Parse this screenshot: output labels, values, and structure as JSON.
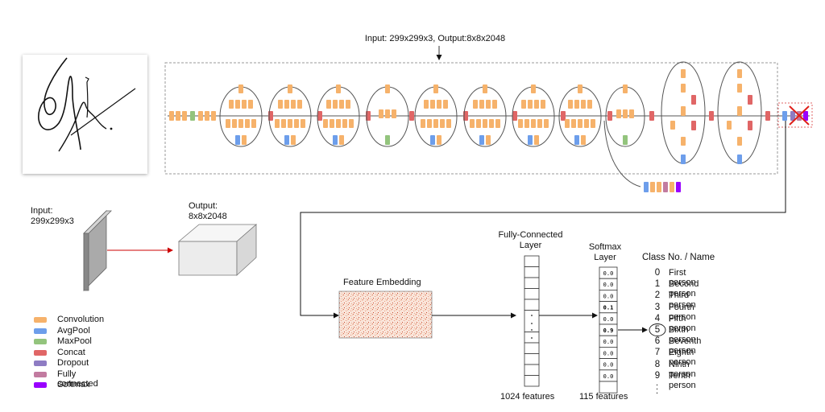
{
  "top_label": "Input: 299x299x3, Output:8x8x2048",
  "input_label": "Input:\n299x299x3",
  "output_label": "Output:\n8x8x2048",
  "feature_embedding_label": "Feature Embedding",
  "fc_layer_label": "Fully-Connected\nLayer",
  "softmax_layer_label": "Softmax\nLayer",
  "class_header": "Class No. / Name",
  "fc_features": "1024 features",
  "softmax_features": "115 features",
  "softmax_values": [
    "0.0",
    "0.0",
    "0.0",
    "0.1",
    "0.0",
    "0.9",
    "0.0",
    "0.0",
    "0.0",
    "0.0"
  ],
  "classes": [
    {
      "no": "0",
      "name": "First person"
    },
    {
      "no": "1",
      "name": "Second person"
    },
    {
      "no": "2",
      "name": "Third person"
    },
    {
      "no": "3",
      "name": "Fourth person"
    },
    {
      "no": "4",
      "name": "Fifth person"
    },
    {
      "no": "5",
      "name": "Sixth person"
    },
    {
      "no": "6",
      "name": "Seventh person"
    },
    {
      "no": "7",
      "name": "Eighth person"
    },
    {
      "no": "8",
      "name": "Ninth person"
    },
    {
      "no": "9",
      "name": "Tenth person"
    }
  ],
  "highlighted_class": "5",
  "legend": [
    {
      "label": "Convolution",
      "color": "#f6b26b"
    },
    {
      "label": "AvgPool",
      "color": "#6d9eeb"
    },
    {
      "label": "MaxPool",
      "color": "#93c47d"
    },
    {
      "label": "Concat",
      "color": "#e06666"
    },
    {
      "label": "Dropout",
      "color": "#8e7cc3"
    },
    {
      "label": "Fully connected",
      "color": "#c27ba0"
    },
    {
      "label": "Softmax",
      "color": "#9900ff"
    }
  ]
}
